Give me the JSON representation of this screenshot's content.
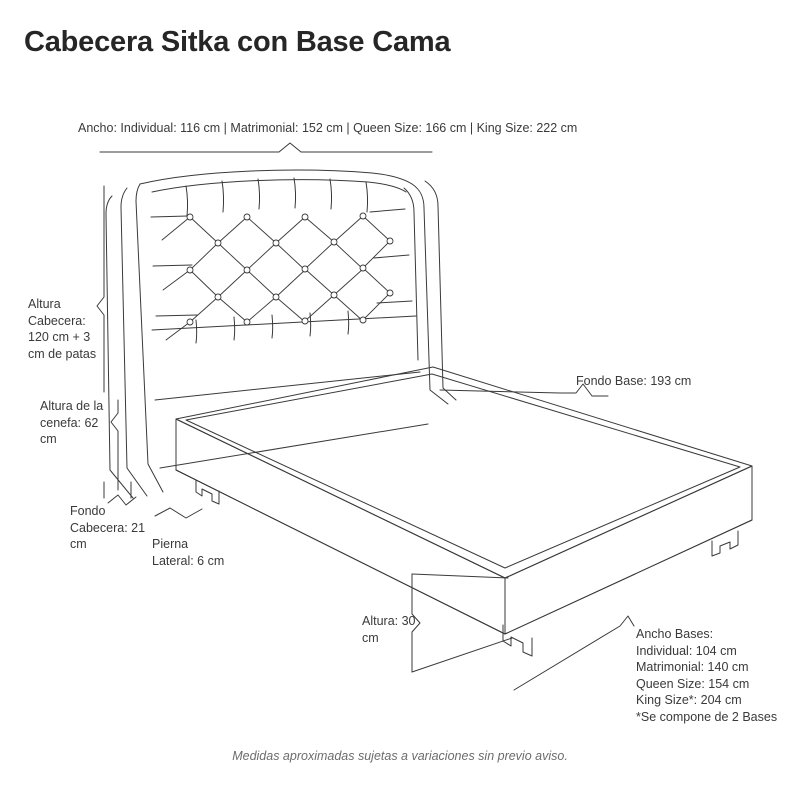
{
  "page": {
    "title": "Cabecera Sitka con Base Cama",
    "footer_note": "Medidas aproximadas sujetas a variaciones sin previo aviso.",
    "background_color": "#ffffff",
    "line_color": "#3a3a3a",
    "text_color": "#3a3a3a",
    "title_color": "#262626",
    "footer_color": "#6c6c6c"
  },
  "annotations": {
    "ancho_top": "Ancho: Individual: 116 cm | Matrimonial: 152 cm | Queen Size: 166 cm | King Size: 222 cm",
    "altura_cabecera": "Altura Cabecera: 120 cm + 3 cm de patas",
    "altura_cenefa": "Altura de la cenefa: 62 cm",
    "fondo_cabecera": "Fondo Cabecera: 21 cm",
    "pierna_lateral": "Pierna Lateral: 6 cm",
    "fondo_base": "Fondo Base: 193 cm",
    "altura_base": "Altura: 30 cm",
    "ancho_bases": "Ancho Bases:\nIndividual: 104 cm\nMatrimonial: 140 cm\nQueen Size: 154 cm\nKing Size*: 204 cm",
    "nota_bases": "*Se compone de 2 Bases"
  },
  "measurements": {
    "ancho_cabecera": [
      {
        "size": "Individual",
        "value": 116,
        "unit": "cm"
      },
      {
        "size": "Matrimonial",
        "value": 152,
        "unit": "cm"
      },
      {
        "size": "Queen Size",
        "value": 166,
        "unit": "cm"
      },
      {
        "size": "King Size",
        "value": 222,
        "unit": "cm"
      }
    ],
    "ancho_bases": [
      {
        "size": "Individual",
        "value": 104,
        "unit": "cm"
      },
      {
        "size": "Matrimonial",
        "value": 140,
        "unit": "cm"
      },
      {
        "size": "Queen Size",
        "value": 154,
        "unit": "cm"
      },
      {
        "size": "King Size*",
        "value": 204,
        "unit": "cm"
      }
    ],
    "altura_cabecera_cm": 120,
    "altura_patas_cm": 3,
    "altura_cenefa_cm": 62,
    "fondo_cabecera_cm": 21,
    "pierna_lateral_cm": 6,
    "fondo_base_cm": 193,
    "altura_base_cm": 30
  }
}
